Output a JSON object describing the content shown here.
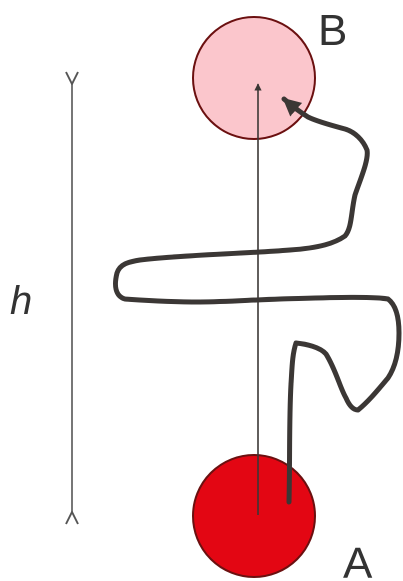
{
  "labels": {
    "point_a": "A",
    "point_b": "B",
    "height": "h"
  },
  "colors": {
    "point_a_fill": "#e30613",
    "point_b_fill": "#fbc6cc",
    "circle_stroke": "#6b1010",
    "line_dark": "#3b3735",
    "arrow_gray": "#555555"
  }
}
